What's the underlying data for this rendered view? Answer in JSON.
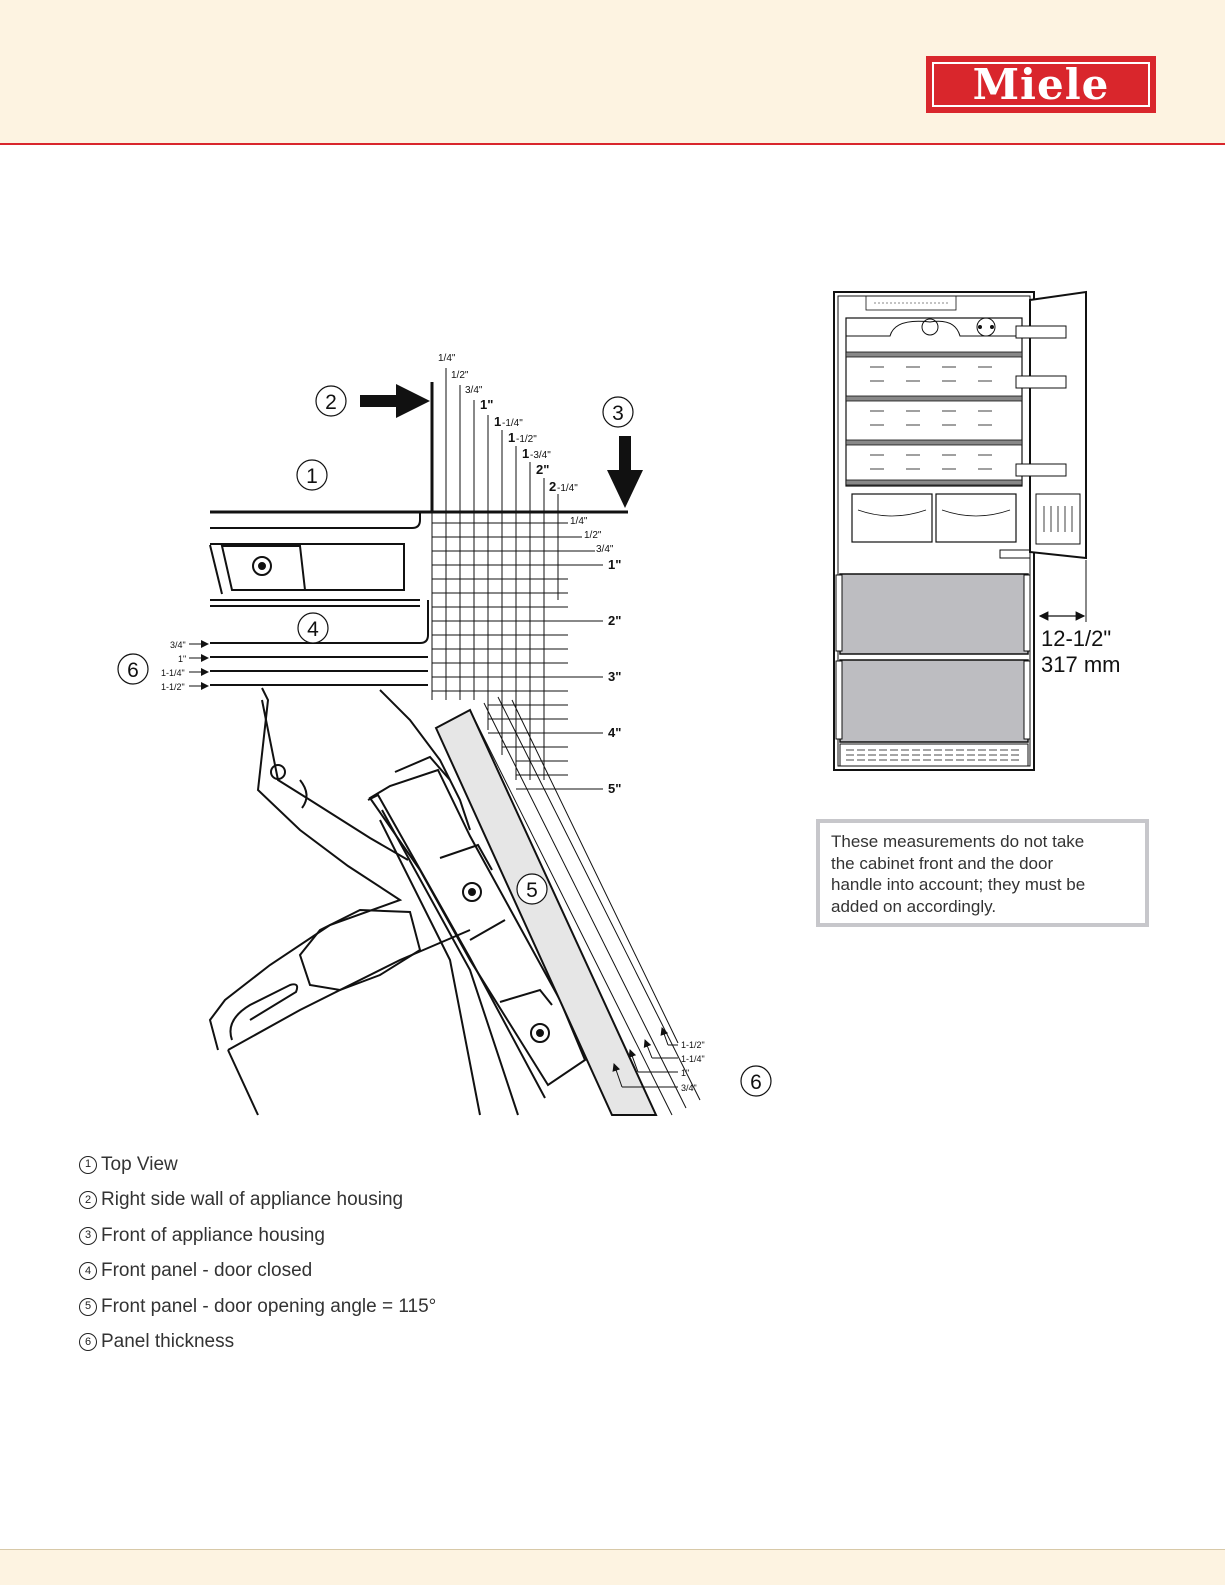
{
  "brand": {
    "name": "Miele",
    "color": "#d9262c"
  },
  "diagram": {
    "callouts": {
      "c1": "1",
      "c2": "2",
      "c3": "3",
      "c4": "4",
      "c5": "5",
      "c6a": "6",
      "c6b": "6"
    },
    "top_scale": {
      "quarter": "1/4\"",
      "half": "1/2\"",
      "three_quarter": "3/4\"",
      "one": "1\"",
      "one_quarter_whole": "1",
      "one_quarter_frac": "-1/4\"",
      "one_half_whole": "1",
      "one_half_frac": "-1/2\"",
      "one_three_quarter_whole": "1",
      "one_three_quarter_frac": "-3/4\"",
      "two": "2\"",
      "two_quarter_whole": "2",
      "two_quarter_frac": "-1/4\""
    },
    "side_scale": {
      "quarter": "1/4\"",
      "half": "1/2\"",
      "three_quarter": "3/4\"",
      "one": "1\"",
      "two": "2\"",
      "three": "3\"",
      "four": "4\"",
      "five": "5\""
    },
    "panel_thickness_left": [
      "3/4\"",
      "1\"",
      "1-1/4\"",
      "1-1/2\""
    ],
    "panel_thickness_bottom": [
      "1-1/2\"",
      "1-1/4\"",
      "1\"",
      "3/4\""
    ]
  },
  "fridge": {
    "dimension_in": "12-1/2\"",
    "dimension_mm": "317 mm"
  },
  "note": {
    "text": "These measurements do not take\nthe cabinet front and the door\nhandle into account; they must be\nadded on accordingly."
  },
  "legend": [
    {
      "num": "1",
      "label": "Top View"
    },
    {
      "num": "2",
      "label": "Right side wall of appliance housing"
    },
    {
      "num": "3",
      "label": "Front of appliance housing"
    },
    {
      "num": "4",
      "label": "Front panel - door closed"
    },
    {
      "num": "5",
      "label": "Front panel - door opening angle = 115°"
    },
    {
      "num": "6",
      "label": "Panel thickness"
    }
  ]
}
